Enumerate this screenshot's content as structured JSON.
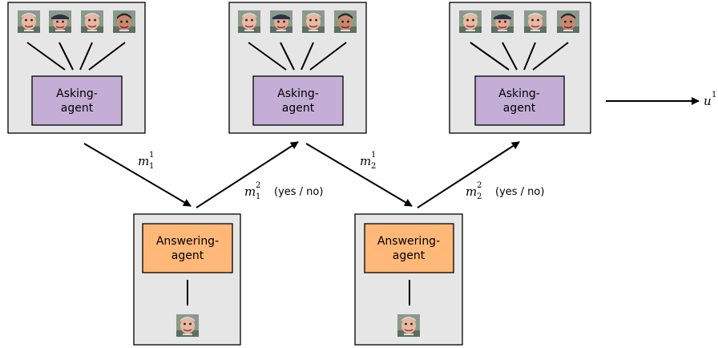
{
  "agents": {
    "asking_label_line1": "Asking-",
    "asking_label_line2": "agent",
    "answering_label_line1": "Answering-",
    "answering_label_line2": "agent"
  },
  "messages": [
    {
      "symbol": "m",
      "sub": "1",
      "sup": "1"
    },
    {
      "symbol": "m",
      "sub": "1",
      "sup": "2"
    },
    {
      "symbol": "m",
      "sub": "2",
      "sup": "1"
    },
    {
      "symbol": "m",
      "sub": "2",
      "sup": "2"
    }
  ],
  "answer_note": "(yes / no)",
  "output": {
    "symbol": "u",
    "sup": "1"
  },
  "colors": {
    "panel_fill": "#e6e6e6",
    "asking_fill": "#c4aed6",
    "answering_fill": "#ffb878",
    "stroke": "#000000"
  },
  "icons": [
    "face-thumbnail-icon"
  ]
}
